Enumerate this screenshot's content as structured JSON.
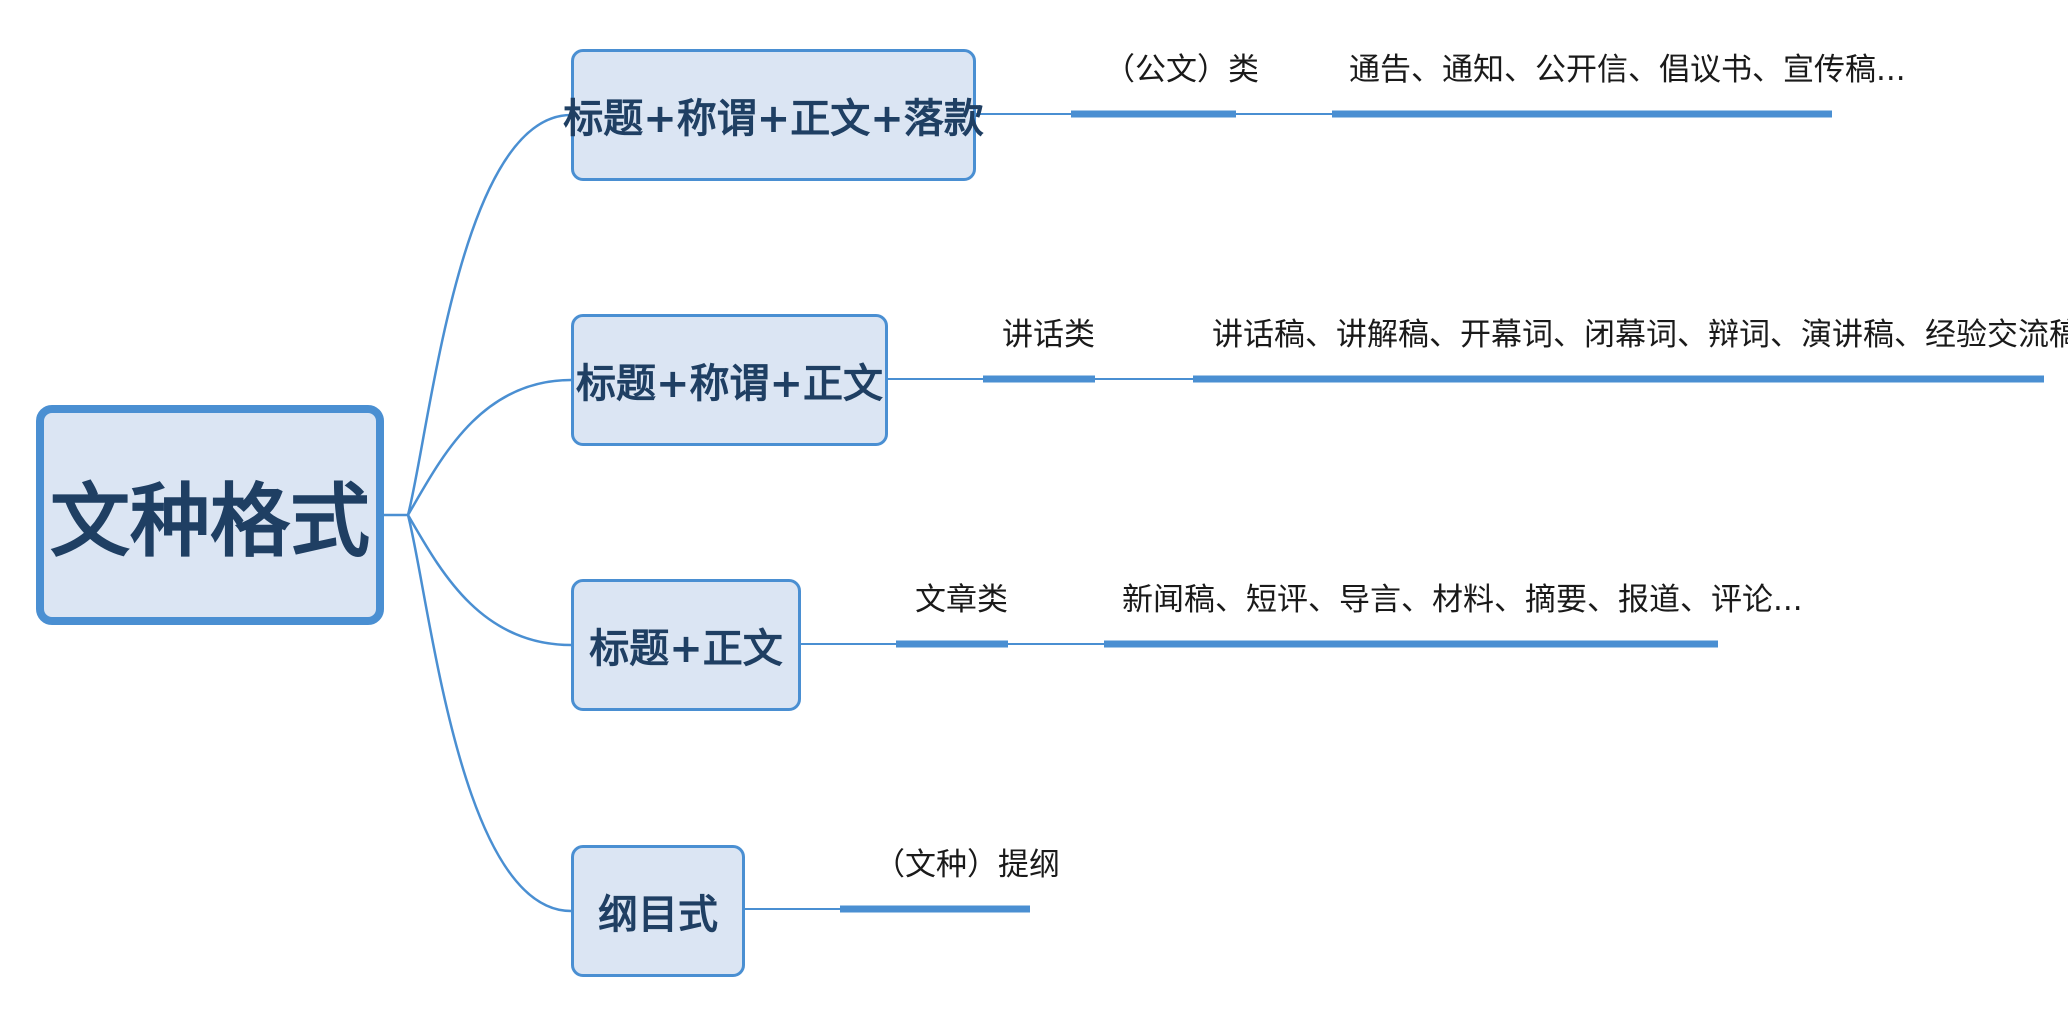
{
  "root": {
    "label": "文种格式"
  },
  "branches": [
    {
      "label": "标题+称谓+正文+落款",
      "category": "（公文）类",
      "examples": "通告、通知、公开信、倡议书、宣传稿..."
    },
    {
      "label": "标题+称谓+正文",
      "category": "讲话类",
      "examples": "讲话稿、讲解稿、开幕词、闭幕词、辩词、演讲稿、经验交流稿..."
    },
    {
      "label": "标题+正文",
      "category": "文章类",
      "examples": "新闻稿、短评、导言、材料、摘要、报道、评论..."
    },
    {
      "label": "纲目式",
      "category": "（文种）提纲",
      "examples": ""
    }
  ],
  "colors": {
    "line": "#4a8fd2",
    "node_fill": "#dbe5f3",
    "node_text": "#1f3f63",
    "leaf_text": "#1a1a1a"
  }
}
